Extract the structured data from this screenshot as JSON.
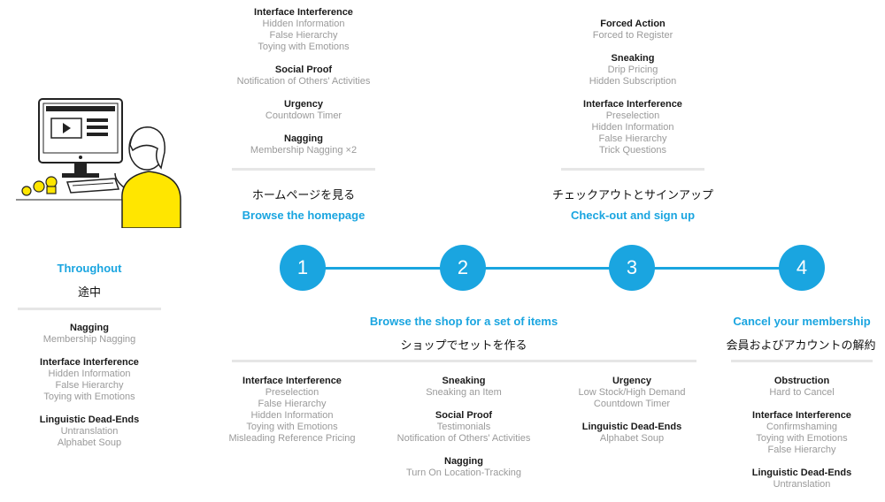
{
  "throughout": {
    "title_en": "Throughout",
    "title_jp": "途中",
    "groups": [
      {
        "heading": "Nagging",
        "items": [
          "Membership Nagging"
        ]
      },
      {
        "heading": "Interface Interference",
        "items": [
          "Hidden Information",
          "False Hierarchy",
          "Toying with Emotions"
        ]
      },
      {
        "heading": "Linguistic Dead-Ends",
        "items": [
          "Untranslation",
          "Alphabet Soup"
        ]
      }
    ]
  },
  "stages": [
    {
      "number": "1",
      "title_jp": "ホームページを見る",
      "title_en": "Browse the homepage",
      "top_groups": [
        {
          "heading": "Interface Interference",
          "items": [
            "Hidden Information",
            "False Hierarchy",
            "Toying with Emotions"
          ]
        },
        {
          "heading": "Social Proof",
          "items": [
            "Notification of Others' Activities"
          ]
        },
        {
          "heading": "Urgency",
          "items": [
            "Countdown Timer"
          ]
        },
        {
          "heading": "Nagging",
          "items": [
            "Membership Nagging ×2"
          ]
        }
      ],
      "bottom_groups": [
        {
          "heading": "Interface Interference",
          "items": [
            "Preselection",
            "False Hierarchy",
            "Hidden Information",
            "Toying with Emotions",
            "Misleading Reference Pricing"
          ]
        }
      ]
    },
    {
      "number": "2",
      "title_en": "Browse the shop for a set of items",
      "title_jp": "ショップでセットを作る",
      "bottom_groups": [
        {
          "heading": "Sneaking",
          "items": [
            "Sneaking an Item"
          ]
        },
        {
          "heading": "Social Proof",
          "items": [
            "Testimonials",
            "Notification of Others' Activities"
          ]
        },
        {
          "heading": "Nagging",
          "items": [
            "Turn On Location-Tracking"
          ]
        }
      ]
    },
    {
      "number": "3",
      "title_jp": "チェックアウトとサインアップ",
      "title_en": "Check-out and sign up",
      "top_groups": [
        {
          "heading": "Forced Action",
          "items": [
            "Forced to Register"
          ]
        },
        {
          "heading": "Sneaking",
          "items": [
            "Drip Pricing",
            "Hidden Subscription"
          ]
        },
        {
          "heading": "Interface Interference",
          "items": [
            "Preselection",
            "Hidden Information",
            "False Hierarchy",
            "Trick Questions"
          ]
        }
      ],
      "bottom_groups": [
        {
          "heading": "Urgency",
          "items": [
            "Low Stock/High Demand",
            "Countdown Timer"
          ]
        },
        {
          "heading": "Linguistic Dead-Ends",
          "items": [
            "Alphabet Soup"
          ]
        }
      ]
    },
    {
      "number": "4",
      "title_en": "Cancel your membership",
      "title_jp": "会員およびアカウントの解約",
      "bottom_groups": [
        {
          "heading": "Obstruction",
          "items": [
            "Hard to Cancel"
          ]
        },
        {
          "heading": "Interface Interference",
          "items": [
            "Confirmshaming",
            "Toying with Emotions",
            "False Hierarchy"
          ]
        },
        {
          "heading": "Linguistic Dead-Ends",
          "items": [
            "Untranslation"
          ]
        }
      ]
    }
  ],
  "colors": {
    "accent": "#1aa5e0",
    "heading": "#1a1a1a",
    "item": "#9a9a9a",
    "rule": "#e6e6e6",
    "illustration_yellow": "#ffe600"
  }
}
